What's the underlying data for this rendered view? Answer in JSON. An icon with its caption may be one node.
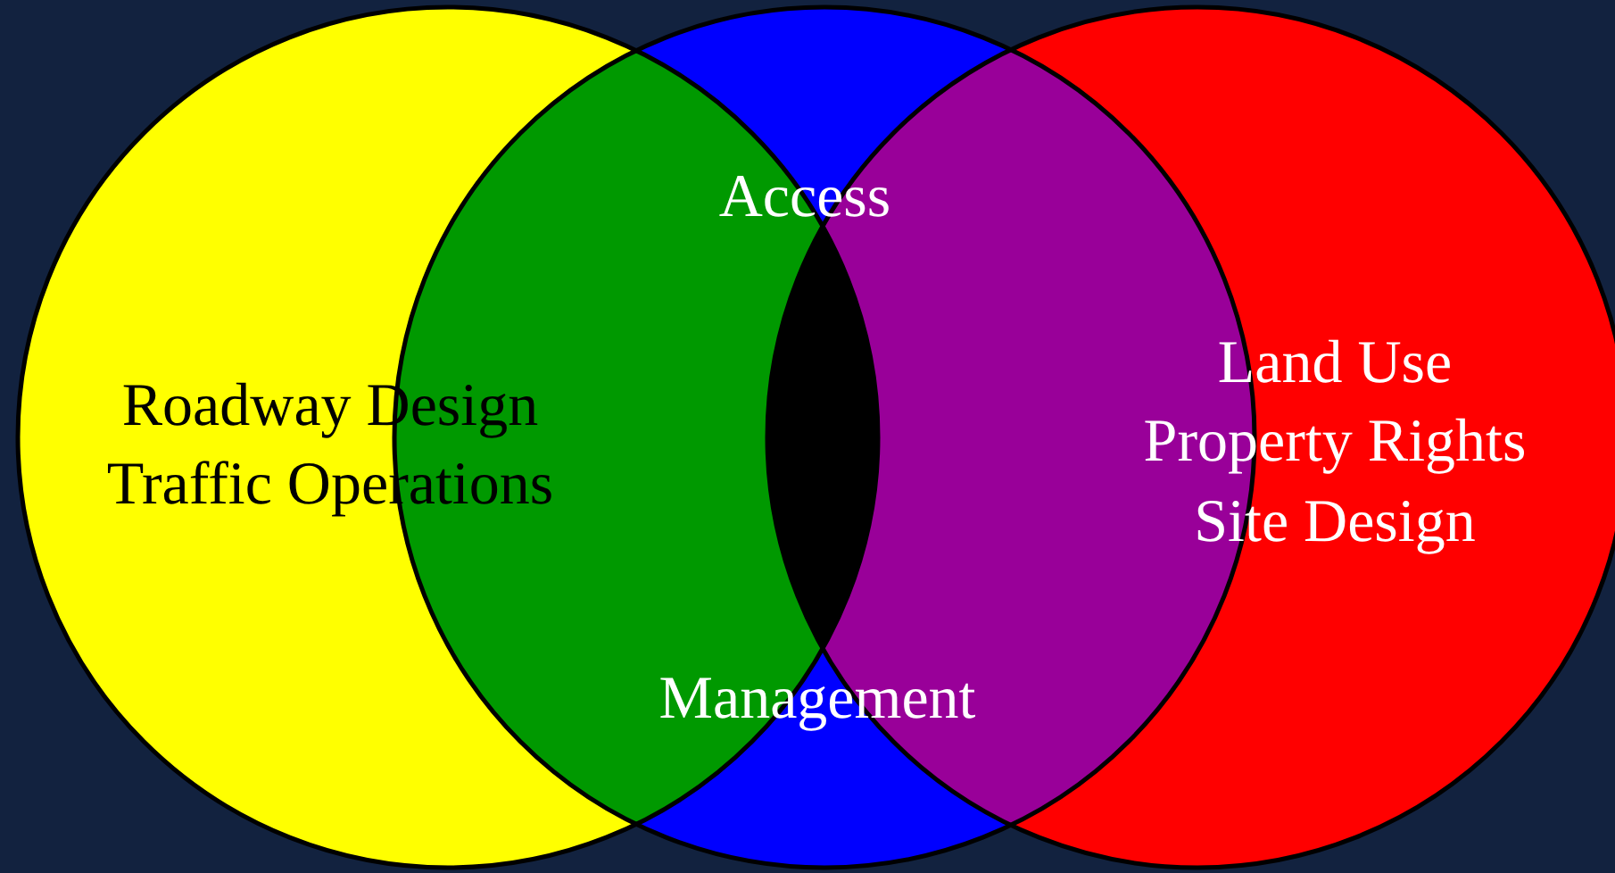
{
  "diagram": {
    "nodes": [
      {
        "text": [
          "Roadway Design",
          "Traffic Operations"
        ]
      },
      {
        "text": [
          "Access",
          "Management"
        ]
      },
      {
        "text": [
          "Land Use",
          "Property Rights",
          "Site Design"
        ]
      },
      {
        "text": [],
        "shape": "lens"
      }
    ]
  }
}
